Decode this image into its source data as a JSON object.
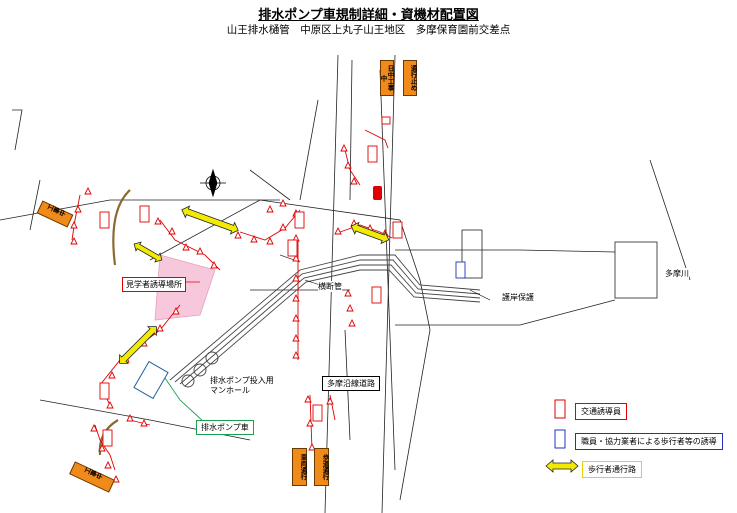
{
  "header": {
    "title": "排水ポンプ車規制詳細・資機材配置図",
    "subtitle": "山王排水樋管　中原区上丸子山王地区　多摩保育園前交差点"
  },
  "labels": {
    "observation_area": "見学者誘導場所",
    "crossing_pipe": "横断管",
    "bank_protection": "護岸保護",
    "tama_river": "多摩川",
    "manhole": "排水ポンプ投入用\nマンホール",
    "tama_road": "多摩沿線道路",
    "pump_truck": "排水ポンプ車"
  },
  "signs": {
    "top_left": "日中工事中",
    "top_right": "通行止め",
    "left": "工事中",
    "bottom_left": "工事中",
    "bottom_mid_left": "車両通行",
    "bottom_mid_right": "歩道通行"
  },
  "legend": {
    "traffic_guard": "交通誘導員",
    "staff_guide": "職員・協力業者による歩行者等の誘導",
    "pedestrian_path": "歩行者通行路"
  },
  "colors": {
    "red": "#e00000",
    "blue": "#2030c0",
    "green": "#1aa050",
    "yellow": "#f2ea00",
    "orange": "#f08a1a",
    "pink": "#f7c8dc"
  }
}
